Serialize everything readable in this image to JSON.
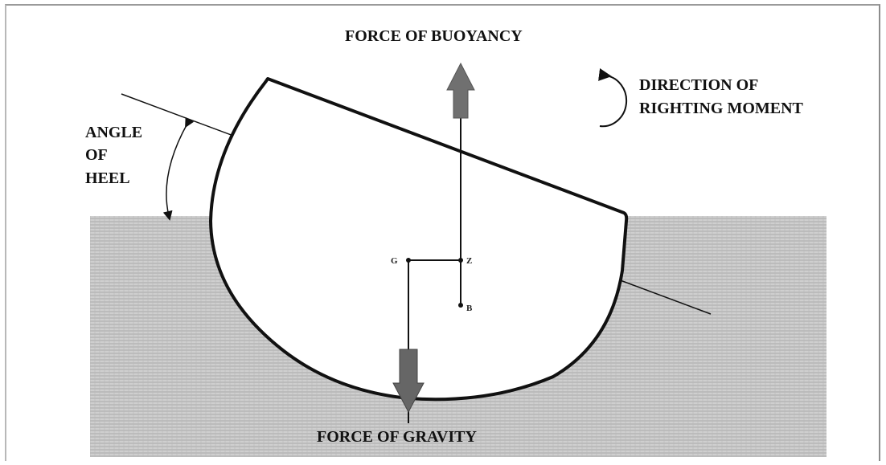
{
  "diagram": {
    "labels": {
      "buoyancy": "FORCE OF BUOYANCY",
      "gravity": "FORCE OF GRAVITY",
      "angle_line1": "ANGLE",
      "angle_line2": "OF",
      "angle_line3": "HEEL",
      "moment_line1": "DIRECTION OF",
      "moment_line2": "RIGHTING MOMENT"
    },
    "points": {
      "g": "G",
      "z": "Z",
      "b": "B"
    },
    "colors": {
      "water": "#bdbdbd",
      "hull": "#111111",
      "arrow": "#6e6e6e",
      "frame": "#9a9a9a"
    }
  }
}
